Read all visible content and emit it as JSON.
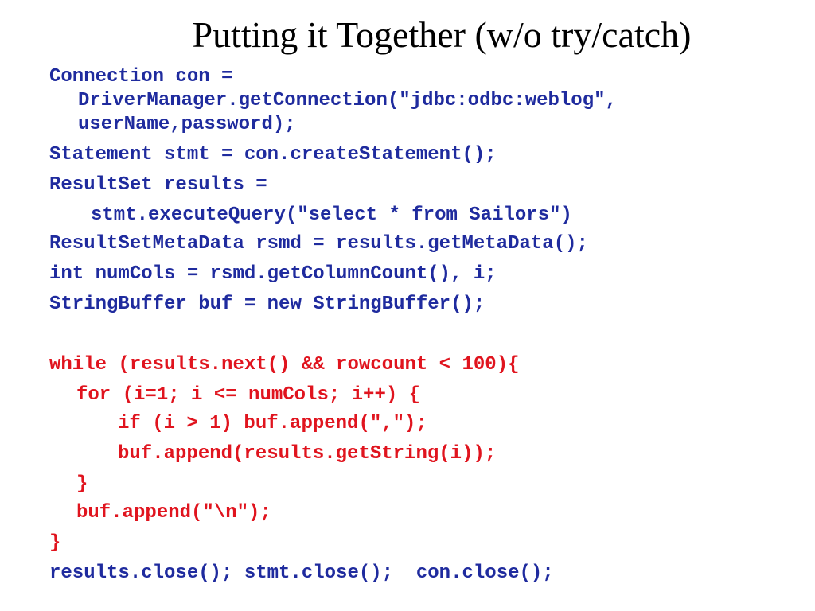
{
  "slide": {
    "title": "Putting it Together (w/o try/catch)",
    "colors": {
      "setup_code": "#1f2b9e",
      "loop_code": "#e0141e",
      "title": "#000000"
    },
    "code": {
      "connection_1": "Connection con =",
      "connection_2": "DriverManager.getConnection(\"jdbc:odbc:weblog\",",
      "connection_3": "userName,password);",
      "statement": "Statement stmt = con.createStatement();",
      "resultset_1": "ResultSet results =",
      "resultset_2": "stmt.executeQuery(\"select * from Sailors\")",
      "metadata": "ResultSetMetaData rsmd = results.getMetaData();",
      "numcols": "int numCols = rsmd.getColumnCount(), i;",
      "buffer": "StringBuffer buf = new StringBuffer();",
      "while_open": "while (results.next() && rowcount < 100){",
      "for_open": "for (i=1; i <= numCols; i++) {",
      "if_append": "if (i > 1) buf.append(\",\");",
      "append_string": "buf.append(results.getString(i));",
      "for_close": "}",
      "append_newline": "buf.append(\"\\n\");",
      "while_close": "}",
      "close_all": "results.close(); stmt.close();  con.close();"
    }
  }
}
